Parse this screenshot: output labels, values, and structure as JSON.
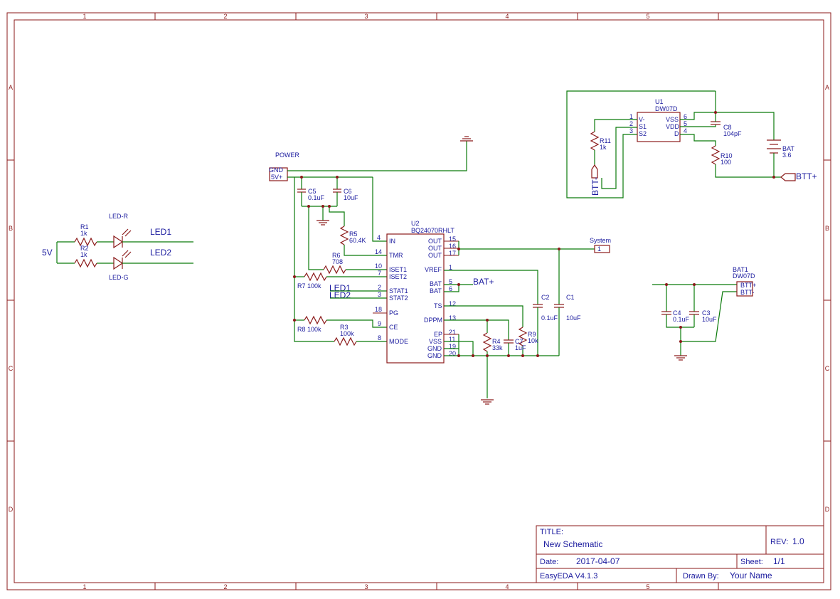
{
  "frame": {
    "columns": [
      "1",
      "2",
      "3",
      "4",
      "5"
    ],
    "rows": [
      "A",
      "B",
      "C",
      "D"
    ]
  },
  "title_block": {
    "title_label": "TITLE:",
    "title": "New Schematic",
    "rev_label": "REV:",
    "rev": "1.0",
    "date_label": "Date:",
    "date": "2017-04-07",
    "sheet_label": "Sheet:",
    "sheet": "1/1",
    "tool": "EasyEDA V4.1.3",
    "drawn_by_label": "Drawn By:",
    "drawn_by": "Your Name"
  },
  "components": {
    "power": {
      "name": "POWER",
      "pin_gnd": "GND",
      "pin_5v": "5V+"
    },
    "c5": {
      "ref": "C5",
      "value": "0.1uF"
    },
    "c6": {
      "ref": "C6",
      "value": "10uF"
    },
    "r5": {
      "ref": "R5",
      "value": "60.4K"
    },
    "r6": {
      "ref": "R6",
      "value": "708"
    },
    "r7": {
      "ref": "R7",
      "value": "100k"
    },
    "r8": {
      "ref": "R8",
      "value": "100k"
    },
    "r3": {
      "ref": "R3",
      "value": "100k"
    },
    "r1": {
      "ref": "R1",
      "value": "1k"
    },
    "r2": {
      "ref": "R2",
      "value": "1k"
    },
    "led_r": {
      "ref": "LED-R"
    },
    "led_g": {
      "ref": "LED-G"
    },
    "u2": {
      "ref": "U2",
      "part": "BQ24070RHLT",
      "left_pins": [
        {
          "num": "4",
          "name": "IN"
        },
        {
          "num": "14",
          "name": "TMR"
        },
        {
          "num": "10",
          "name": "ISET1"
        },
        {
          "num": "7",
          "name": "ISET2"
        },
        {
          "num": "2",
          "name": "STAT1"
        },
        {
          "num": "3",
          "name": "STAT2"
        },
        {
          "num": "18",
          "name": "PG"
        },
        {
          "num": "9",
          "name": "CE"
        },
        {
          "num": "8",
          "name": "MODE"
        }
      ],
      "right_pins": [
        {
          "num": "15",
          "name": "OUT"
        },
        {
          "num": "16",
          "name": "OUT"
        },
        {
          "num": "17",
          "name": "OUT"
        },
        {
          "num": "1",
          "name": "VREF"
        },
        {
          "num": "5",
          "name": "BAT"
        },
        {
          "num": "6",
          "name": "BAT"
        },
        {
          "num": "12",
          "name": "TS"
        },
        {
          "num": "13",
          "name": "DPPM"
        },
        {
          "num": "21",
          "name": "EP"
        },
        {
          "num": "11",
          "name": "VSS"
        },
        {
          "num": "19",
          "name": "GND"
        },
        {
          "num": "20",
          "name": "GND"
        }
      ]
    },
    "system": {
      "name": "System",
      "pin": "1"
    },
    "c2": {
      "ref": "C2",
      "value": "0.1uF"
    },
    "c1": {
      "ref": "C1",
      "value": "10uF"
    },
    "c7": {
      "ref": "C7",
      "value": "1uF"
    },
    "r4": {
      "ref": "R4",
      "value": "33k"
    },
    "r9": {
      "ref": "R9",
      "value": "10k"
    },
    "u1": {
      "ref": "U1",
      "part": "DW07D",
      "left_pins": [
        {
          "num": "1",
          "name": "V-"
        },
        {
          "num": "2",
          "name": "S1"
        },
        {
          "num": "3",
          "name": "S2"
        }
      ],
      "right_pins": [
        {
          "num": "6",
          "name": "VSS"
        },
        {
          "num": "5",
          "name": "VDD"
        },
        {
          "num": "4",
          "name": "D"
        }
      ]
    },
    "r11": {
      "ref": "R11",
      "value": "1k"
    },
    "c8": {
      "ref": "C8",
      "value": "104pF"
    },
    "r10": {
      "ref": "R10",
      "value": "100"
    },
    "bat": {
      "ref": "BAT",
      "value": "3.6"
    },
    "bat1": {
      "ref": "BAT1",
      "part": "DW07D",
      "pin1": "BTT+",
      "pin2": "BTT-"
    },
    "c4": {
      "ref": "C4",
      "value": "0.1uF"
    },
    "c3": {
      "ref": "C3",
      "value": "10uF"
    }
  },
  "net_labels": {
    "led1_out": "LED1",
    "led2_out": "LED2",
    "v5": "5V",
    "led1_in": "LED1",
    "led2_in": "LED2",
    "bat_plus": "BAT+",
    "btt_plus": "BTT+",
    "btt_minus": "BTT-"
  },
  "colors": {
    "wire": "#0a7a0a",
    "component": "#8b1a1a",
    "text": "#1a1a9e"
  }
}
